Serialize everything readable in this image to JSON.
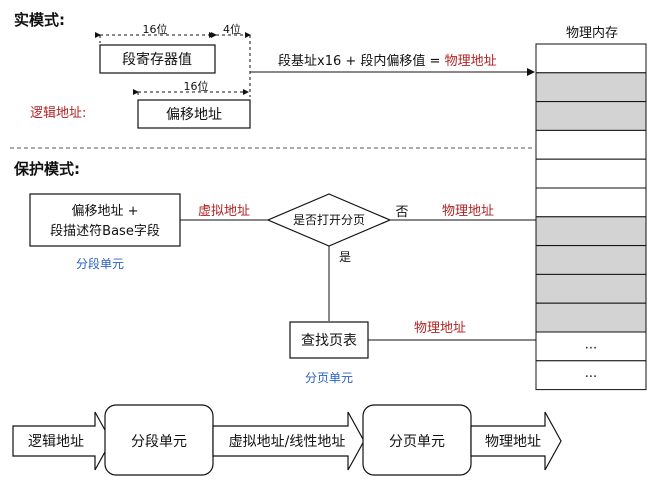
{
  "real_mode": {
    "title": "实模式:",
    "segment_register_label": "段寄存器值",
    "offset_box_label": "偏移地址",
    "logical_address_label": "逻辑地址:",
    "dim_top_left": "16位",
    "dim_top_right": "4位",
    "dim_bottom": "16位",
    "formula_text": "段基址x16 + 段内偏移值 = ",
    "formula_result": "物理地址"
  },
  "memory": {
    "title": "物理内存",
    "cells": [
      {
        "shade": "white",
        "text": ""
      },
      {
        "shade": "gray",
        "text": ""
      },
      {
        "shade": "gray",
        "text": ""
      },
      {
        "shade": "white",
        "text": ""
      },
      {
        "shade": "white",
        "text": ""
      },
      {
        "shade": "white",
        "text": ""
      },
      {
        "shade": "gray",
        "text": ""
      },
      {
        "shade": "gray",
        "text": ""
      },
      {
        "shade": "gray",
        "text": ""
      },
      {
        "shade": "gray",
        "text": ""
      },
      {
        "shade": "white",
        "text": "..."
      },
      {
        "shade": "white",
        "text": "..."
      }
    ],
    "colors": {
      "white": "#ffffff",
      "gray": "#d3d3d3",
      "border": "#111111"
    }
  },
  "protected_mode": {
    "title": "保护模式:",
    "segment_box_line1": "偏移地址 +",
    "segment_box_line2": "段描述符Base字段",
    "segment_unit_caption": "分段单元",
    "virtual_address_label": "虚拟地址",
    "decision_label": "是否打开分页",
    "no_label": "否",
    "yes_label": "是",
    "physical_address_top": "物理地址",
    "page_table_box": "查找页表",
    "physical_address_bottom": "物理地址",
    "paging_unit_caption": "分页单元"
  },
  "pipeline": {
    "arrow1": "逻辑地址",
    "box1": "分段单元",
    "arrow2": "虚拟地址/线性地址",
    "box2": "分页单元",
    "arrow3": "物理地址"
  },
  "colors": {
    "red_text": "#b22222",
    "blue_text": "#2a5fc9"
  }
}
